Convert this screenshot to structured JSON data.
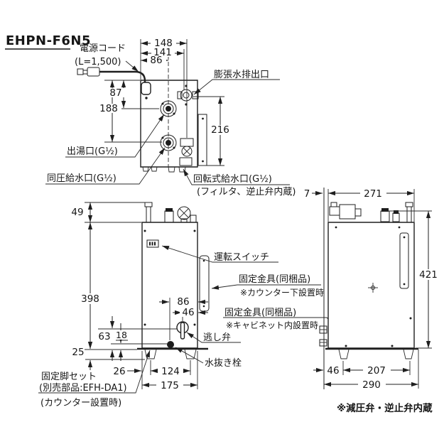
{
  "title": "EHPN-F6N5",
  "top": {
    "power_cord": "電源コード",
    "power_cord_len": "(L=1,500)",
    "expansion_outlet": "膨張水排出口",
    "hot_water_outlet": "出湯口(G½)",
    "pressure_inlet": "同圧給水口(G½)",
    "rotary_inlet": "回転式給水口(G½)",
    "rotary_note": "(フィルタ、逆止弁内蔵)",
    "d148": "148",
    "d141": "141",
    "d86": "86",
    "d87": "87",
    "d188": "188",
    "d216": "216"
  },
  "front": {
    "op_switch": "運転スイッチ",
    "bracket_counter": "固定金具(同梱品)",
    "bracket_counter_note": "※カウンター下設置時",
    "bracket_cabinet": "固定金具(同梱品)",
    "bracket_cabinet_note": "※キャビネット内設置時",
    "relief_valve": "逃し弁",
    "drain_plug": "水抜き栓",
    "leg_set": "固定脚セット",
    "leg_part": "(別売部品:EFH-DA1)",
    "leg_note": "(カウンター設置時)",
    "d49": "49",
    "d398": "398",
    "d63": "63",
    "d18": "18",
    "d25": "25",
    "d26": "26",
    "d124": "124",
    "d175": "175",
    "d86": "86",
    "d46": "46"
  },
  "side": {
    "d7": "7",
    "d271": "271",
    "d421": "421",
    "d46": "46",
    "d207": "207",
    "d290": "290",
    "note": "※減圧弁・逆止弁内蔵"
  }
}
